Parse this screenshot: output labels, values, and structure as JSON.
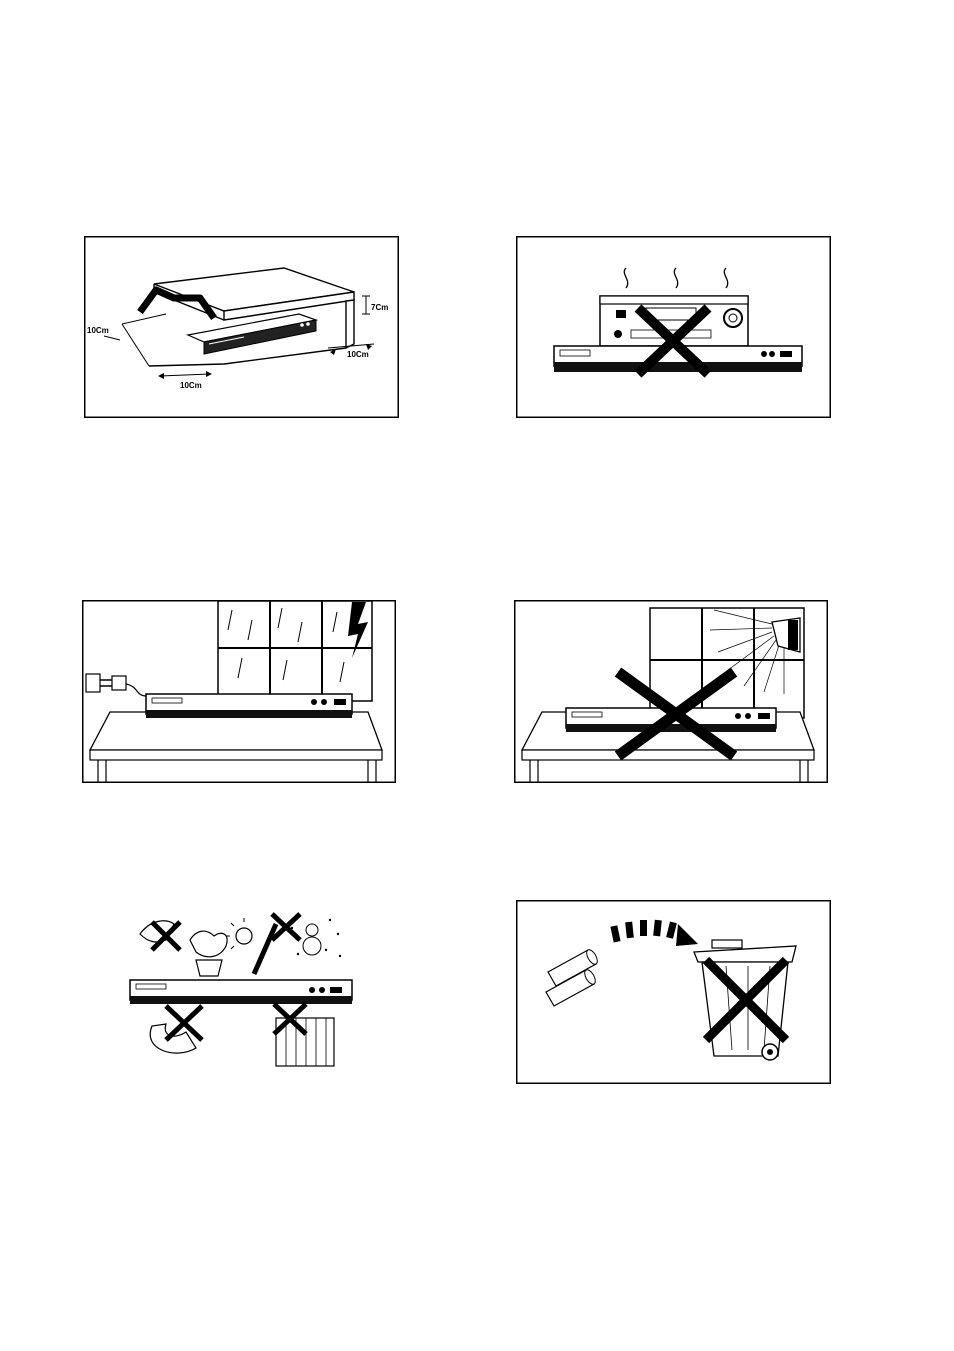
{
  "page": {
    "panels": [
      {
        "id": "ventilation-clearance",
        "labels": {
          "top": "7Cm",
          "left": "10Cm",
          "right": "10Cm",
          "front": "10Cm"
        }
      },
      {
        "id": "no-heat-source-on-top"
      },
      {
        "id": "lightning-unplug"
      },
      {
        "id": "no-direct-sunlight"
      },
      {
        "id": "environmental-hazards"
      },
      {
        "id": "battery-disposal"
      }
    ]
  }
}
